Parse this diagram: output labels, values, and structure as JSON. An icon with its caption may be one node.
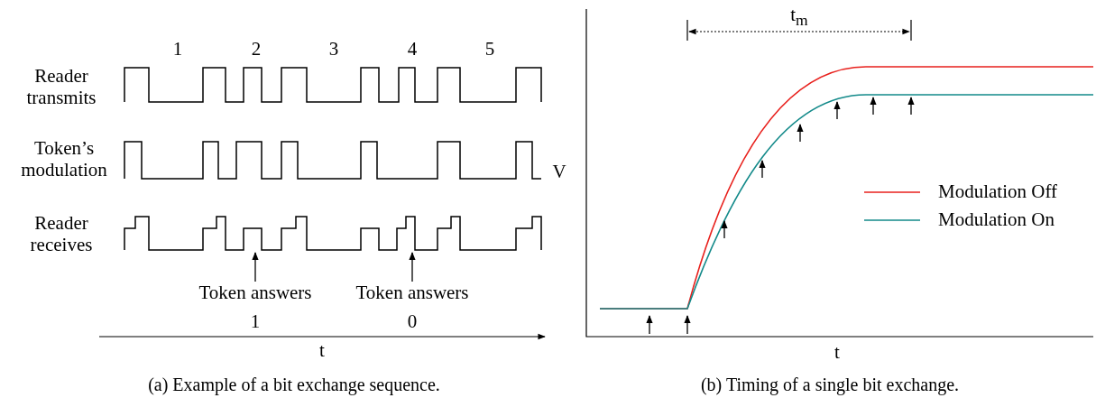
{
  "diagram": {
    "nodes": [
      {
        "text": [
          "Token answers"
        ],
        "beside": [
          "1"
        ]
      },
      {
        "text": [
          "Token answers"
        ],
        "beside": [
          "0"
        ]
      },
      {
        "text": [],
        "shape": "picture"
      }
    ],
    "edges": [
      {
        "from": 0,
        "to": 2,
        "arrow": "to"
      },
      {
        "from": 1,
        "to": 2,
        "arrow": "to"
      }
    ],
    "labels": [
      "1",
      "2",
      "3",
      "4",
      "5",
      "Reader transmits",
      "Token’s modulation",
      "Reader receives",
      "t",
      "t$_{m}$",
      "V",
      "t",
      "(a) Example of a bit exchange sequence.",
      "(b) Timing of a single bit exchange."
    ],
    "legend": [
      {
        "text": "Modulation Off"
      },
      {
        "text": "Modulation On"
      }
    ]
  }
}
